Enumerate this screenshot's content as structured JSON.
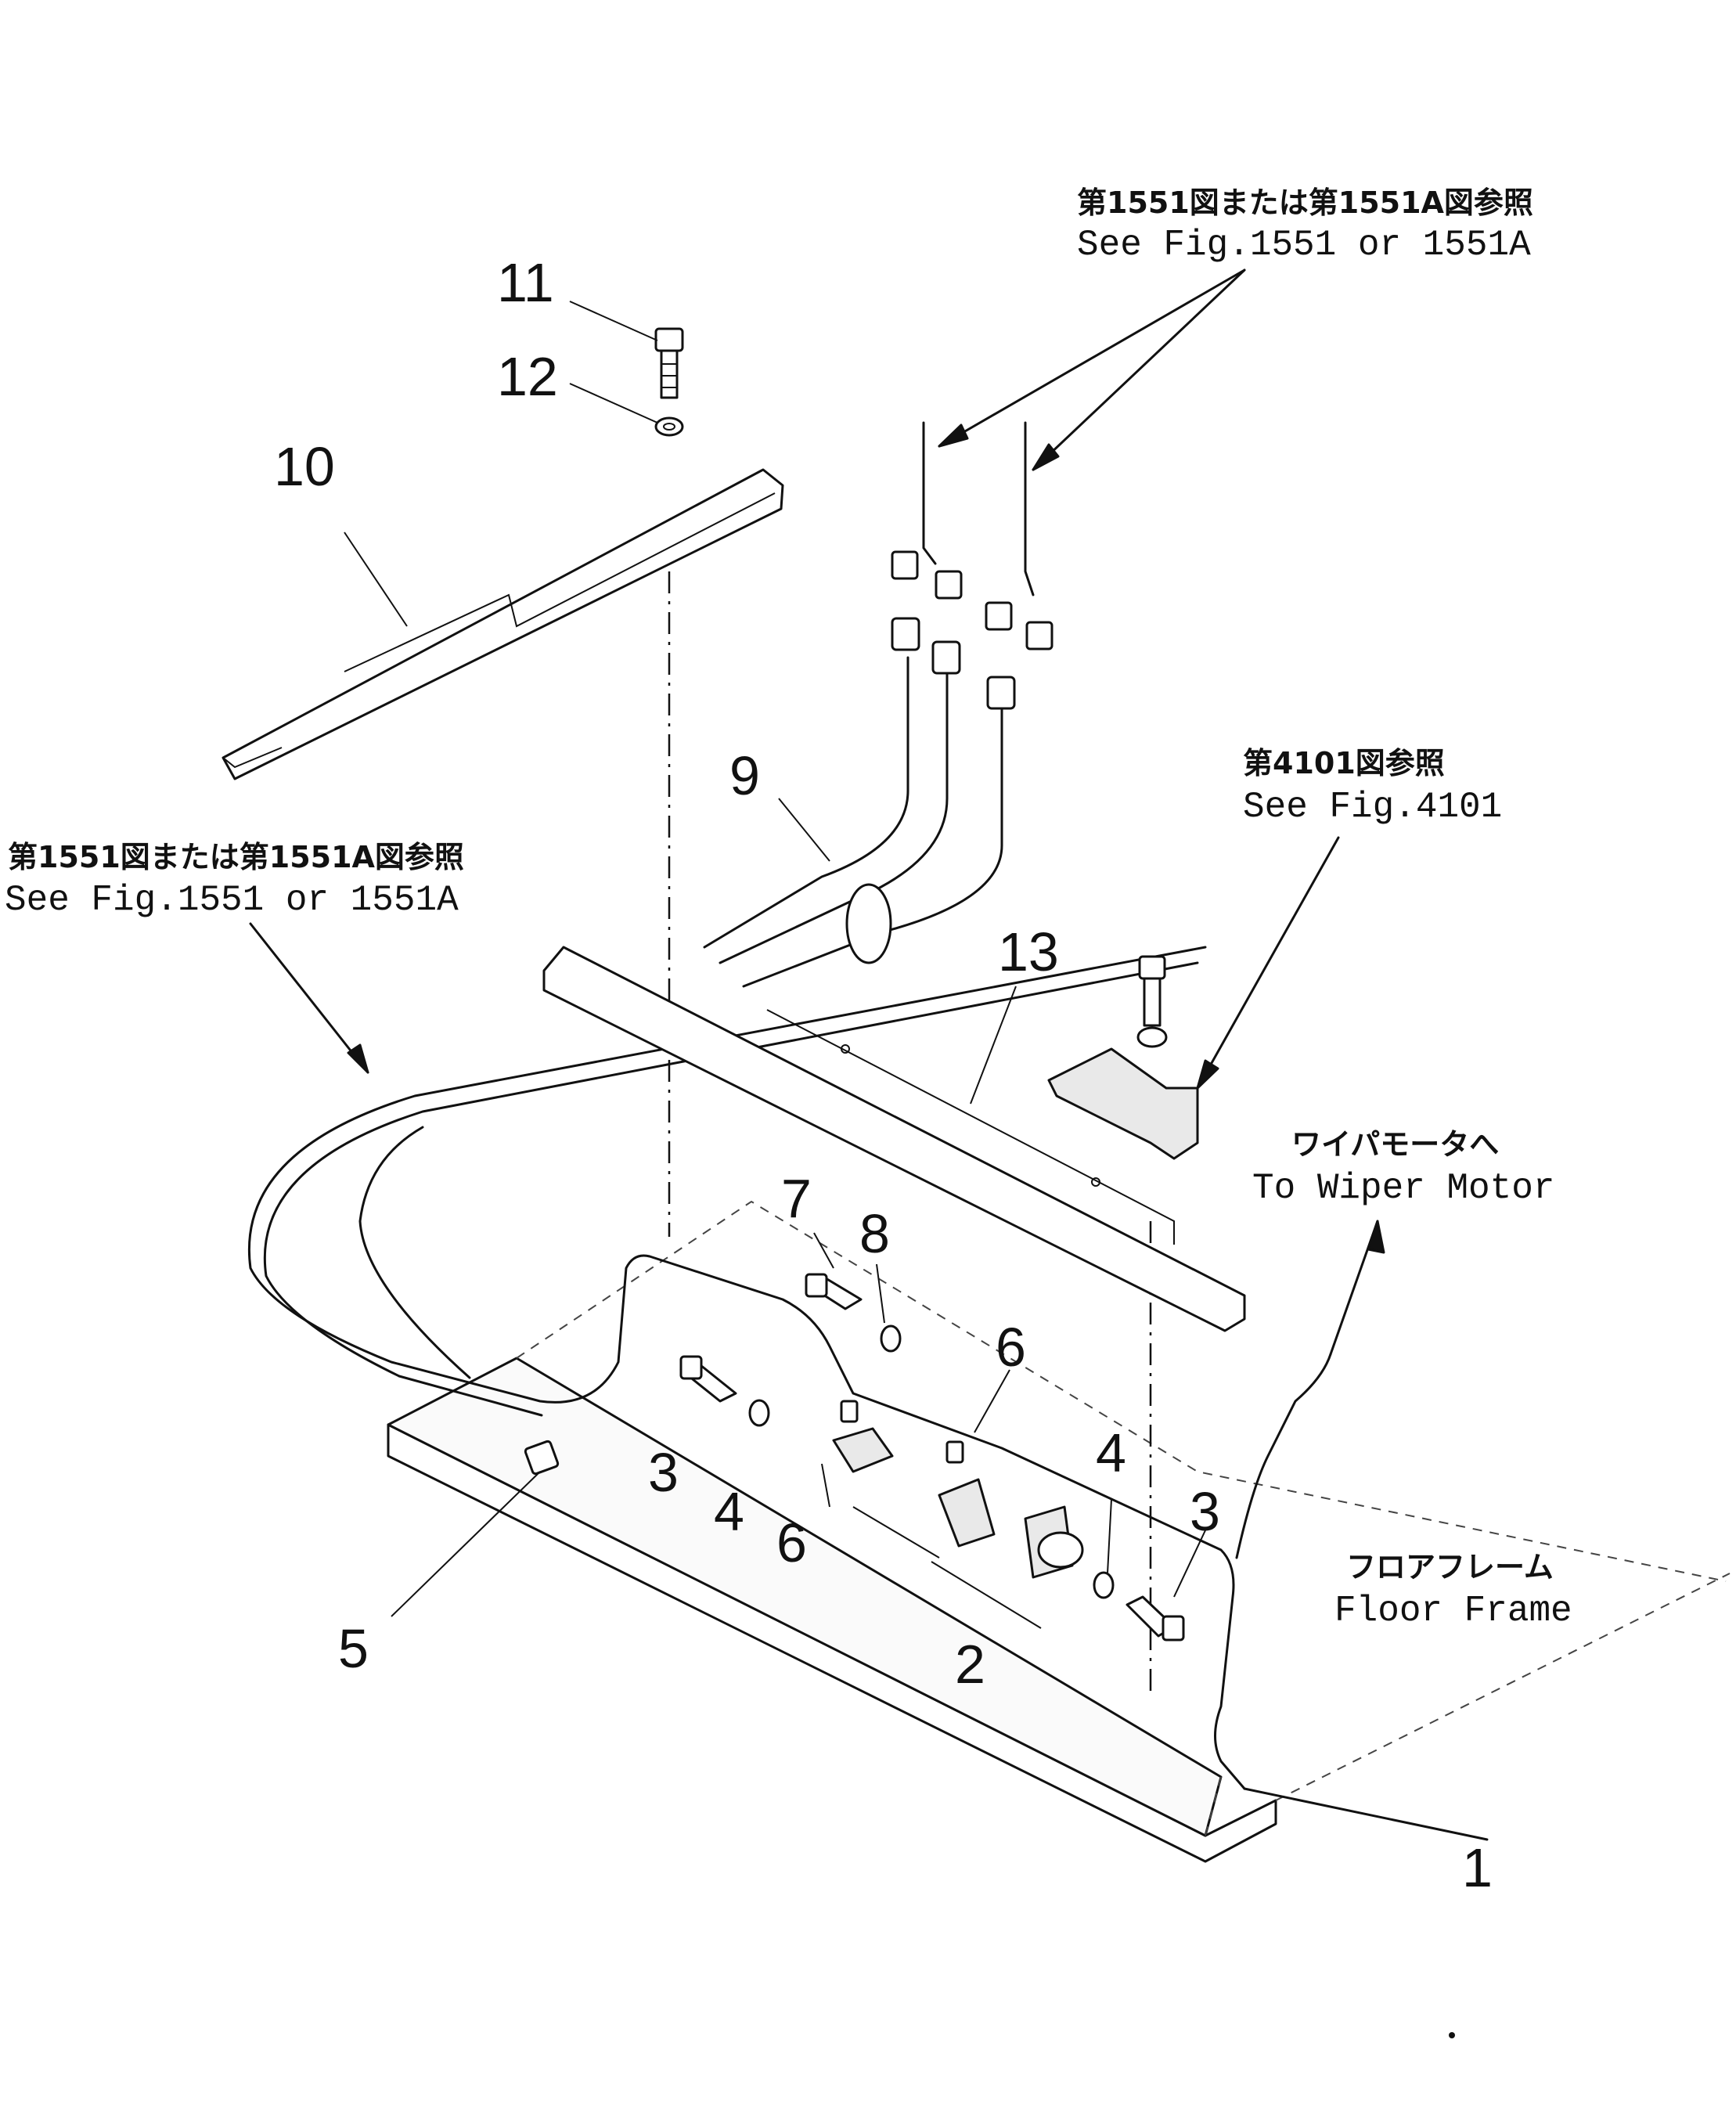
{
  "callouts": {
    "n1": "1",
    "n2": "2",
    "n3a": "3",
    "n3b": "3",
    "n4a": "4",
    "n4b": "4",
    "n5": "5",
    "n6a": "6",
    "n6b": "6",
    "n7": "7",
    "n8": "8",
    "n9": "9",
    "n10": "10",
    "n11": "11",
    "n12": "12",
    "n13": "13"
  },
  "references": {
    "top_right_jp": "第1551図または第1551A図参照",
    "top_right_en": "See Fig.1551 or 1551A",
    "left_jp": "第1551図または第1551A図参照",
    "left_en": "See Fig.1551 or 1551A",
    "mid_right_jp": "第4101図参照",
    "mid_right_en": "See Fig.4101"
  },
  "annotations": {
    "wiper_jp": "ワイパモータへ",
    "wiper_en": "To Wiper Motor",
    "floor_jp": "フロアフレーム",
    "floor_en": "Floor Frame"
  },
  "colors": {
    "ink": "#111111",
    "paper": "#ffffff"
  }
}
